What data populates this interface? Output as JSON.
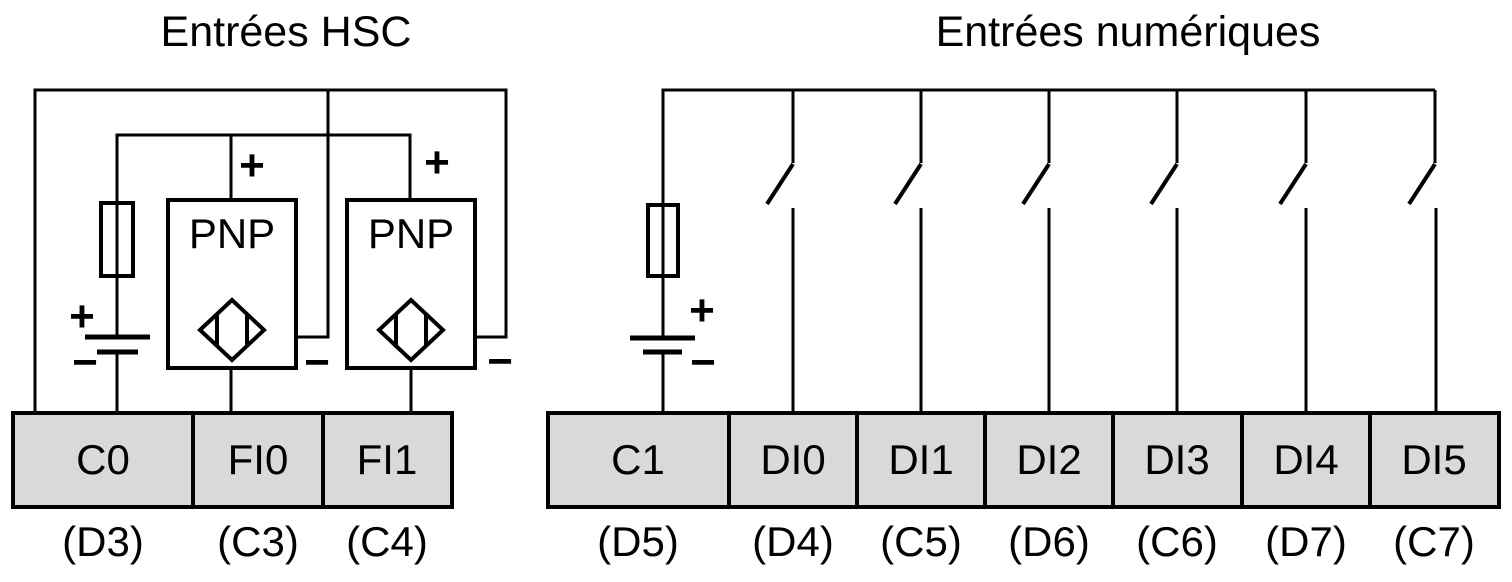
{
  "left": {
    "title": "Entrées HSC",
    "sensors": [
      {
        "label": "PNP"
      },
      {
        "label": "PNP"
      }
    ],
    "terminals": [
      {
        "name": "C0",
        "pin": "(D3)"
      },
      {
        "name": "FI0",
        "pin": "(C3)"
      },
      {
        "name": "FI1",
        "pin": "(C4)"
      }
    ]
  },
  "right": {
    "title": "Entrées numériques",
    "terminals": [
      {
        "name": "C1",
        "pin": "(D5)"
      },
      {
        "name": "DI0",
        "pin": "(D4)"
      },
      {
        "name": "DI1",
        "pin": "(C5)"
      },
      {
        "name": "DI2",
        "pin": "(D6)"
      },
      {
        "name": "DI3",
        "pin": "(C6)"
      },
      {
        "name": "DI4",
        "pin": "(D7)"
      },
      {
        "name": "DI5",
        "pin": "(C7)"
      }
    ]
  },
  "symbols": {
    "plus": "+",
    "minus": "−"
  },
  "colors": {
    "line": "#000000",
    "terminal_fill": "#d9d9d9",
    "background": "#ffffff"
  }
}
